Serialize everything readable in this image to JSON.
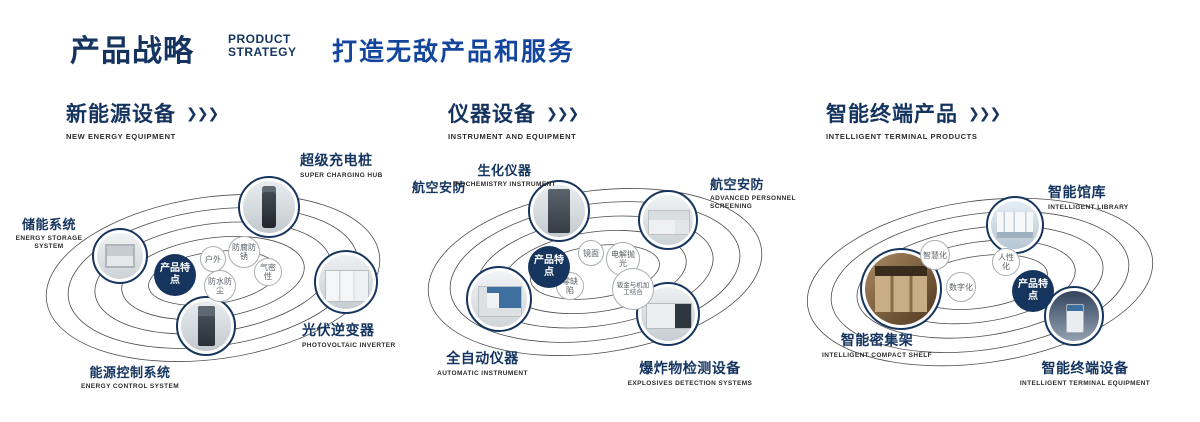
{
  "header": {
    "title_cn": "产品战略",
    "title_en": [
      "PRODUCT",
      "STRATEGY"
    ],
    "subtitle": "打造无敌产品和服务",
    "arrow_glyph": "❯❯❯"
  },
  "colors": {
    "navy": "#16355e",
    "blue": "#14459c"
  },
  "sections": [
    {
      "title_cn": "新能源设备",
      "title_en": "NEW ENERGY EQUIPMENT",
      "center_label": "产品特点",
      "features": [
        "户外",
        "防腐防锈",
        "气密性",
        "防水防尘"
      ],
      "products": [
        {
          "cn": "储能系统",
          "en": "ENERGY STORAGE SYSTEM"
        },
        {
          "cn": "超级充电桩",
          "en": "SUPER CHARGING HUB"
        },
        {
          "cn": "光伏逆变器",
          "en": "PHOTOVOLTAIC INVERTER"
        },
        {
          "cn": "能源控制系统",
          "en": "ENERGY CONTROL SYSTEM"
        }
      ]
    },
    {
      "title_cn": "仪器设备",
      "title_en": "INSTRUMENT AND EQUIPMENT",
      "center_label": "产品特点",
      "side_label": "航空安防",
      "features": [
        "镜面",
        "电解抛光",
        "零缺陷",
        "钣金与机加工结合"
      ],
      "products": [
        {
          "cn": "生化仪器",
          "en": "BIOCHEMISTRY INSTRUMENT"
        },
        {
          "cn": "航空安防",
          "en": "ADVANCED PERSONNEL SCREENING"
        },
        {
          "cn": "全自动仪器",
          "en": "AUTOMATIC INSTRUMENT"
        },
        {
          "cn": "爆炸物检测设备",
          "en": "EXPLOSIVES DETECTION SYSTEMS"
        }
      ]
    },
    {
      "title_cn": "智能终端产品",
      "title_en": "INTELLIGENT TERMINAL PRODUCTS",
      "center_label": "产品特点",
      "features": [
        "智慧化",
        "人性化",
        "数字化"
      ],
      "products": [
        {
          "cn": "智能馆库",
          "en": "INTELLIGENT LIBRARY"
        },
        {
          "cn": "智能密集架",
          "en": "INTELLIGENT COMPACT SHELF"
        },
        {
          "cn": "智能终端设备",
          "en": "INTELLIGENT TERMINAL EQUIPMENT"
        }
      ]
    }
  ]
}
